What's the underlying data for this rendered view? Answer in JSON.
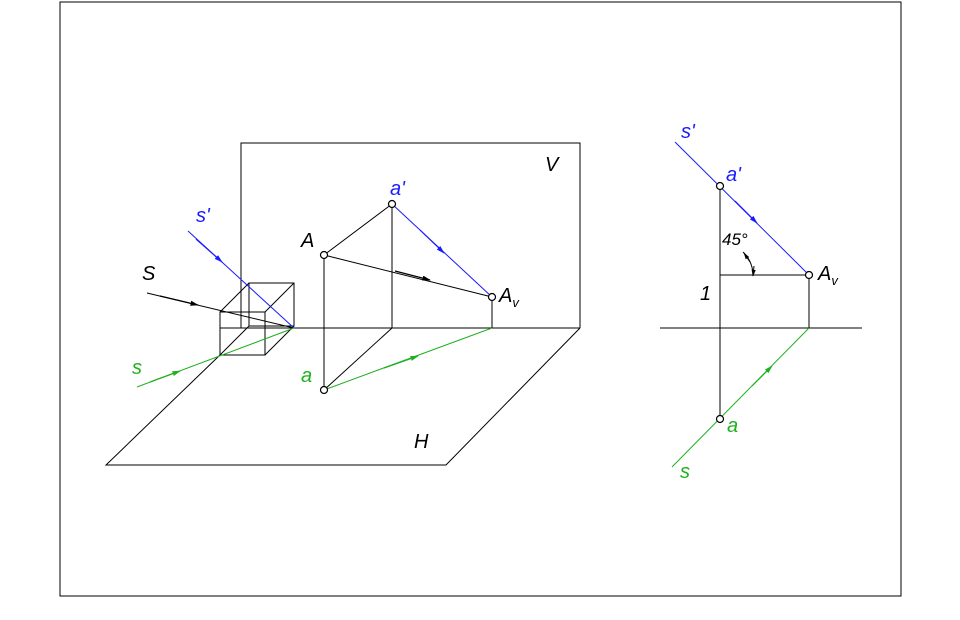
{
  "colors": {
    "line": "#000000",
    "frontal": "#1a1aff",
    "horizontal": "#1fb01f",
    "background": "#ffffff"
  },
  "pictorial": {
    "plane_v_label": "V",
    "plane_h_label": "H",
    "ray_label": "S",
    "frontal_proj_label": "s'",
    "horizontal_proj_label": "s",
    "point_label": "A",
    "point_frontal_label": "a'",
    "point_horizontal_label": "a",
    "shadow_label": "A",
    "shadow_subscript": "v"
  },
  "orthographic": {
    "frontal_proj_label": "s'",
    "horizontal_proj_label": "s",
    "point_frontal_label": "a'",
    "point_horizontal_label": "a",
    "shadow_label": "A",
    "shadow_subscript": "v",
    "angle_label": "45°",
    "index_label": "1"
  }
}
